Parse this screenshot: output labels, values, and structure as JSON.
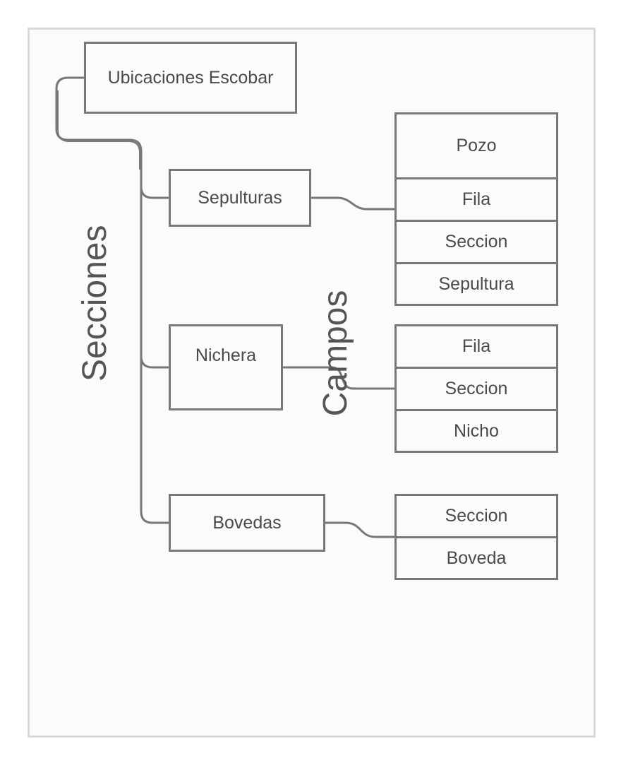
{
  "diagram": {
    "root": "Ubicaciones Escobar",
    "label_sections": "Secciones",
    "label_fields": "Campos",
    "sections": [
      {
        "name": "Sepulturas",
        "fields": [
          "Pozo",
          "Fila",
          "Seccion",
          "Sepultura"
        ]
      },
      {
        "name": "Nichera",
        "fields": [
          "Fila",
          "Seccion",
          "Nicho"
        ]
      },
      {
        "name": "Bovedas",
        "fields": [
          "Seccion",
          "Boveda"
        ]
      }
    ]
  },
  "colors": {
    "box_border": "#777777",
    "text": "#4a4a4a",
    "background": "#fcfbfa",
    "frame": "#dadada"
  }
}
